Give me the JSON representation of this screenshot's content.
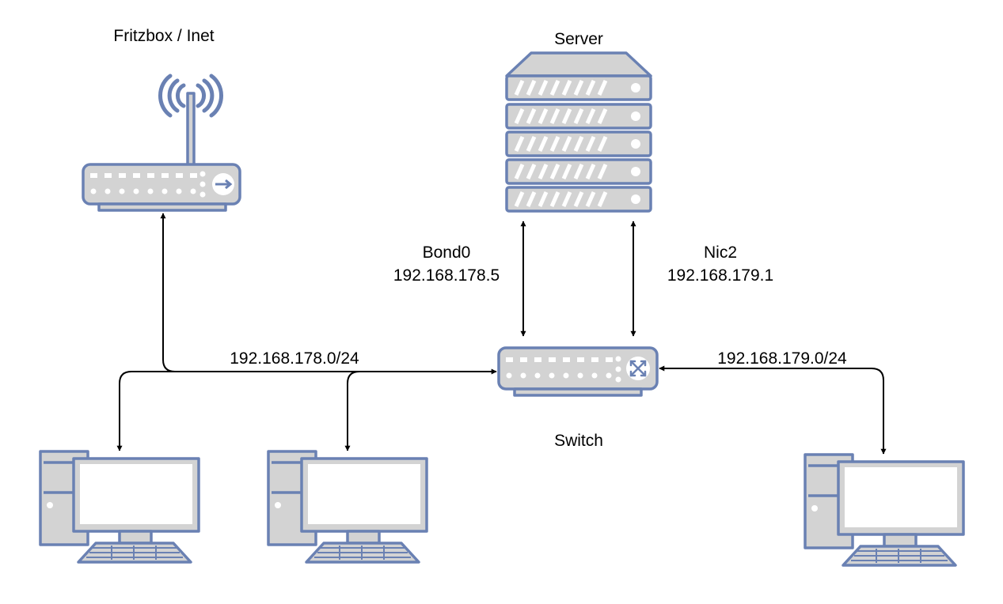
{
  "labels": {
    "router": "Fritzbox / Inet",
    "server": "Server",
    "switch": "Switch",
    "bond_name": "Bond0",
    "bond_ip": "192.168.178.5",
    "nic_name": "Nic2",
    "nic_ip": "192.168.179.1",
    "subnet_left": "192.168.178.0/24",
    "subnet_right": "192.168.179.0/24"
  },
  "colors": {
    "device_fill": "#d3d3d3",
    "device_stroke": "#6a81b3",
    "screen": "#ffffff",
    "edge": "#000000"
  },
  "icons": {
    "router": "wireless-router-icon",
    "server": "server-rack-icon",
    "switch": "network-switch-icon",
    "client": "desktop-pc-icon"
  }
}
